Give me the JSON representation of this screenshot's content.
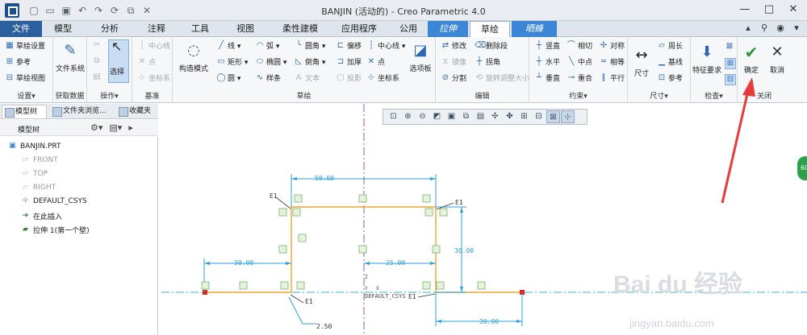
{
  "window": {
    "title": "BANJIN (活动的) - Creo Parametric 4.0",
    "controls": [
      "—",
      "□",
      "✕"
    ]
  },
  "tabs": [
    "文件",
    "模型",
    "分析",
    "注释",
    "工具",
    "视图",
    "柔性建模",
    "应用程序",
    "公用",
    "拉伸",
    "草绘",
    "晒蜂"
  ],
  "ribbon": {
    "settings": {
      "items": [
        "草绘设置",
        "参考",
        "草绘视图"
      ],
      "label": "设置▾"
    },
    "getdata": {
      "btn": "文件系统",
      "label": "获取数据"
    },
    "operations": {
      "select": "选择",
      "label": "操作▾"
    },
    "datum": {
      "items": [
        "中心线",
        "点",
        "坐标系"
      ],
      "label": "基准"
    },
    "sketch": {
      "construct": "构造模式",
      "col1": [
        "线 ▾",
        "矩形 ▾",
        "圆 ▾"
      ],
      "col2": [
        "弧 ▾",
        "椭圆 ▾",
        "样条"
      ],
      "col3": [
        "圆角 ▾",
        "倒角 ▾",
        "文本"
      ],
      "col4": [
        "偏移",
        "加厚",
        "投影"
      ],
      "col5": [
        "中心线 ▾",
        "点",
        "坐标系"
      ],
      "palette": "选项板",
      "label": "草绘"
    },
    "edit": {
      "items": [
        "修改",
        "删除段",
        "镜像",
        "拐角",
        "分割",
        "旋转调整大小"
      ],
      "label": "编辑"
    },
    "constraint": {
      "items": [
        "竖直",
        "相切",
        "对称",
        "水平",
        "中点",
        "相等",
        "垂直",
        "重合",
        "平行"
      ],
      "label": "约束▾"
    },
    "dimension": {
      "btn": "尺寸",
      "items": [
        "周长",
        "基线",
        "参考"
      ],
      "label": "尺寸▾"
    },
    "inspect": {
      "btn": "特征要求",
      "label": "检查▾"
    },
    "close": {
      "ok": "确定",
      "cancel": "取消",
      "label": "关闭"
    }
  },
  "left_panel": {
    "tabs": [
      "模型树",
      "文件夹浏览...",
      "收藏夹"
    ],
    "title": "模型树",
    "tree": [
      {
        "label": "BANJIN.PRT",
        "grey": false
      },
      {
        "label": "FRONT",
        "grey": true
      },
      {
        "label": "TOP",
        "grey": true
      },
      {
        "label": "RIGHT",
        "grey": true
      },
      {
        "label": "DEFAULT_CSYS",
        "grey": false
      },
      {
        "label": "在此插入",
        "grey": false
      },
      {
        "label": "拉伸 1(第一个壁)",
        "grey": false
      }
    ]
  },
  "sketch": {
    "dims": [
      "50.00",
      "30.00",
      "25.00",
      "30.00",
      "30.00",
      "2.50"
    ],
    "labels": [
      "E1",
      "E1",
      "E1",
      "E1"
    ],
    "csys": "DEFAULT_CSYS",
    "axis": {
      "z": "Z",
      "y": "Y",
      "x": "X"
    }
  },
  "watermark": {
    "main": "Bai du 经验",
    "sub": "jingyan.baidu.com"
  },
  "badge": "60",
  "colors": {
    "file_tab": "#2c5f9e",
    "context_tab": "#3b86d6",
    "sketch_line": "#f0a431",
    "dimension": "#2aa0e0",
    "endpoint": "#e0231d",
    "arrow": "#e83a3a"
  }
}
